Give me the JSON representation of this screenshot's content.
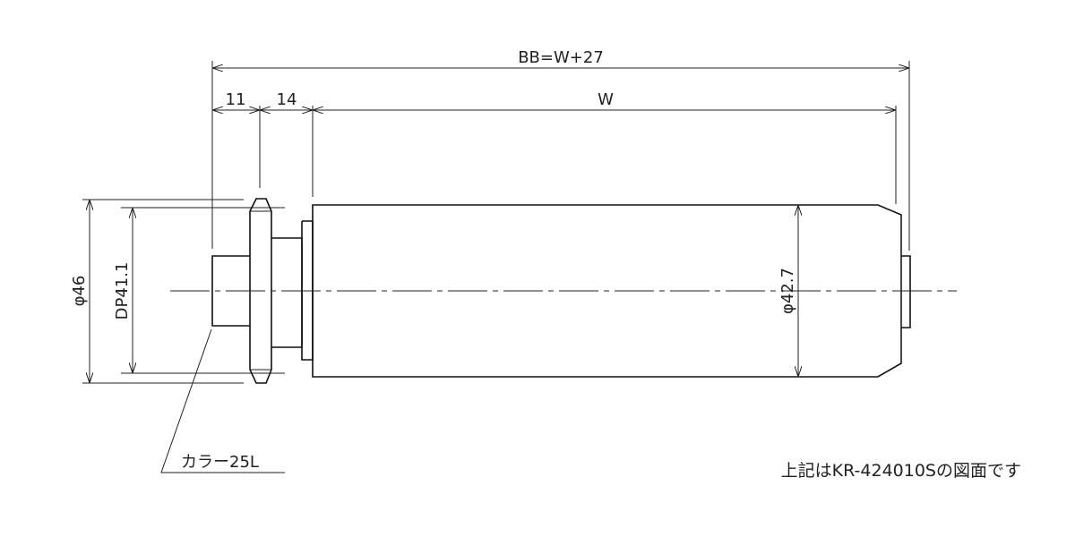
{
  "dimensions": {
    "overall_length": "BB=W+27",
    "roller_length": "W",
    "flange_offset": "11",
    "sprocket_offset": "14",
    "outer_diameter": "φ46",
    "pitch_diameter": "DP41.1",
    "tube_diameter": "φ42.7"
  },
  "callouts": {
    "collar": "カラー25L"
  },
  "note": "上記はKR-424010Sの図面です",
  "colors": {
    "line": "#222222",
    "background": "#ffffff"
  }
}
